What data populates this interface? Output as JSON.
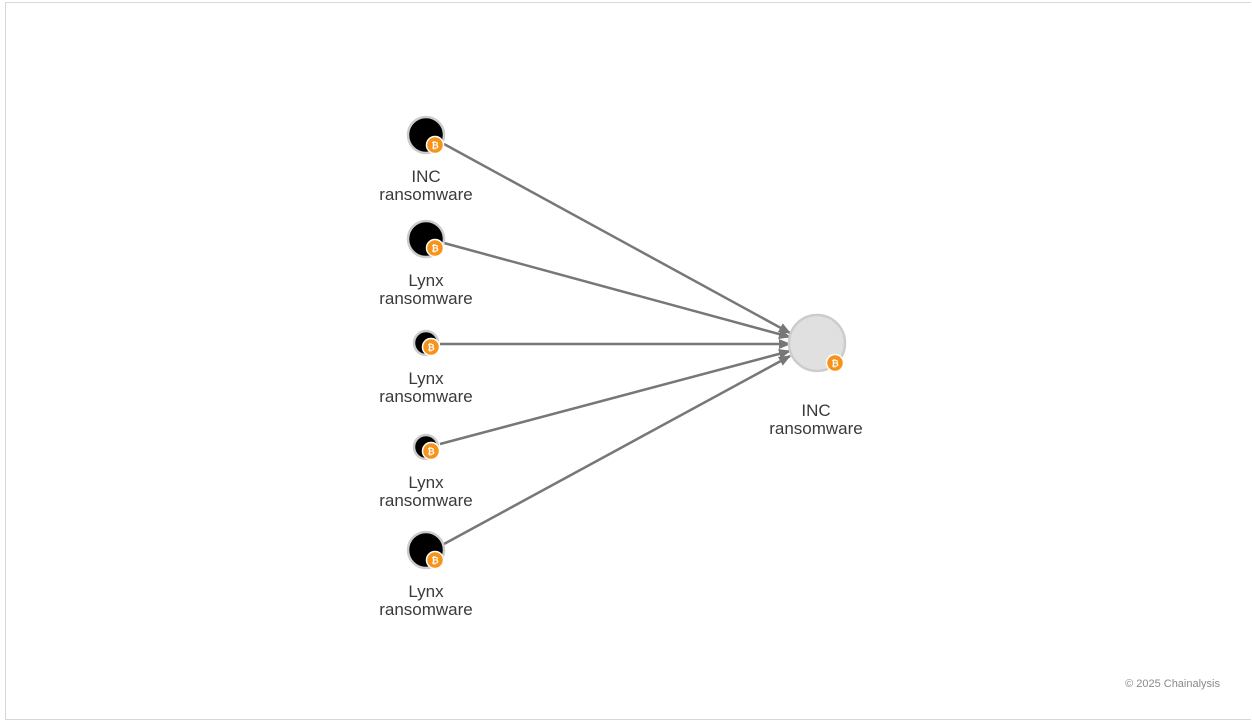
{
  "graph": {
    "edge_color": "#777777",
    "source_fill": "#000000",
    "target_fill": "#e0e0e0",
    "node_ring": "#cccccc",
    "badge_color": "#f7931a",
    "badge_icon": "bitcoin-icon",
    "badge_glyph": "₿",
    "sources": [
      {
        "label_line1": "INC",
        "label_line2": "ransomware"
      },
      {
        "label_line1": "Lynx",
        "label_line2": "ransomware"
      },
      {
        "label_line1": "Lynx",
        "label_line2": "ransomware"
      },
      {
        "label_line1": "Lynx",
        "label_line2": "ransomware"
      },
      {
        "label_line1": "Lynx",
        "label_line2": "ransomware"
      }
    ],
    "target": {
      "label_line1": "INC",
      "label_line2": "ransomware"
    }
  },
  "footer": {
    "copyright": "© 2025 Chainalysis"
  }
}
